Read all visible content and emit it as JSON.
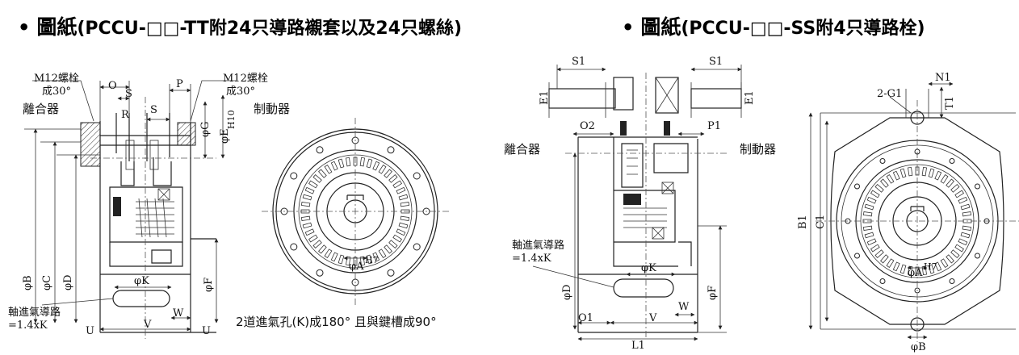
{
  "left": {
    "title_prefix": "圖紙",
    "title_rest": "(PCCU-□□-TT附24只導路襯套以及24只螺絲)",
    "bolt_left": "M12螺栓",
    "bolt_left_angle": "成30°",
    "bolt_right": "M12螺栓",
    "bolt_right_angle": "成30°",
    "clutch": "離合器",
    "brake": "制動器",
    "air_path": "軸進氣導路",
    "air_path_size": "=1.4xK",
    "note": "2道進氣孔(K)成180° 且與鍵槽成90°",
    "dims": {
      "O": "O",
      "S_top": "S",
      "P": "P",
      "R": "R",
      "S_mid": "S",
      "phiG": "φG",
      "phiE": "φE",
      "phiE_sup": "H10",
      "phiB": "φB",
      "phiC": "φC",
      "phiD": "φD",
      "phiF": "φF",
      "phiK": "φK",
      "W": "W",
      "U_left": "U",
      "V": "V",
      "U_right": "U",
      "phiA": "φA",
      "phiA_sup": "H7"
    }
  },
  "right": {
    "title_prefix": "圖紙",
    "title_rest": "(PCCU-□□-SS附4只導路栓)",
    "clutch": "離合器",
    "brake": "制動器",
    "air_path": "軸進氣導路",
    "air_path_size": "=1.4xK",
    "dims": {
      "S1_left": "S1",
      "S1_right": "S1",
      "E1_left": "E1",
      "E1_right": "E1",
      "O2": "O2",
      "P1": "P1",
      "phiK": "φK",
      "phiD": "φD",
      "phiF": "φF",
      "W": "W",
      "O1": "O1",
      "V": "V",
      "L1": "L1",
      "G1": "2-G1",
      "N1": "N1",
      "T1": "T1",
      "B1": "B1",
      "C1": "C1",
      "phiA": "φA",
      "phiA_sup": "H7",
      "phiB": "φB"
    }
  }
}
